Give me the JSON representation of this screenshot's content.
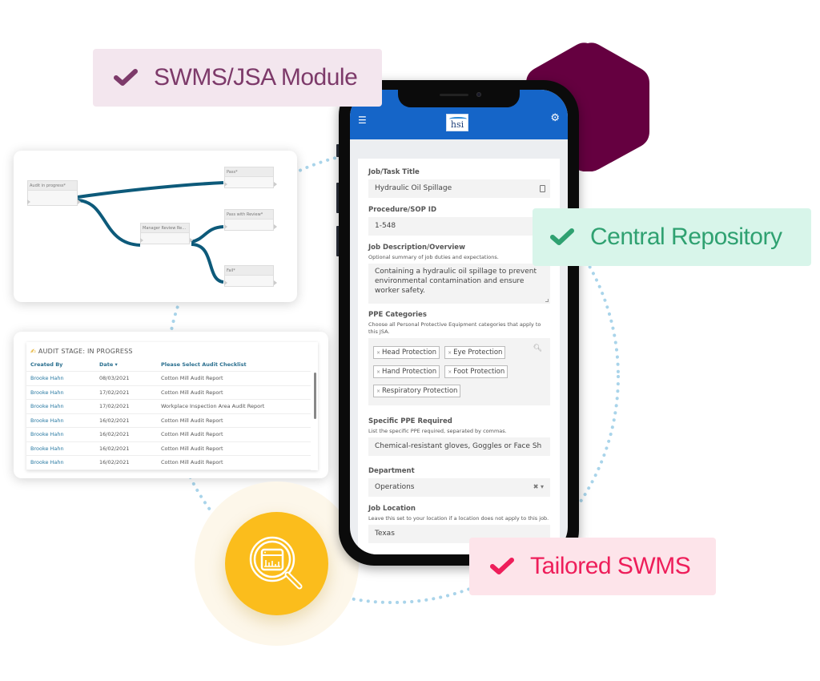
{
  "badges": {
    "swms": {
      "label": "SWMS/JSA Module",
      "icon": "check-icon",
      "color": "#7d3a6a",
      "bg": "#f3e6ee"
    },
    "central": {
      "label": "Central Repository",
      "icon": "check-icon",
      "color": "#2fa171",
      "bg": "#d8f5ea"
    },
    "tailored": {
      "label": "Tailored SWMS",
      "icon": "check-icon",
      "color": "#ee1e5a",
      "bg": "#fde4ea"
    }
  },
  "accent_colors": {
    "hexagon": "#650040",
    "phone_header": "#1565c8",
    "search_circle": "#fbbd1c",
    "workflow_line": "#0d5a7a",
    "dots": "#a9d4ea"
  },
  "workflow": {
    "nodes": [
      {
        "label": "Audit in progress*"
      },
      {
        "label": "Pass*"
      },
      {
        "label": "Manager Review Re..."
      },
      {
        "label": "Pass with Review*"
      },
      {
        "label": "Fail*"
      }
    ]
  },
  "audit": {
    "title": "AUDIT STAGE: IN PROGRESS",
    "columns": [
      "Created By",
      "Date ▾",
      "Please Select Audit Checklist"
    ],
    "rows": [
      {
        "created_by": "Brooke Hahn",
        "date": "08/03/2021",
        "checklist": "Cotton Mill Audit Report"
      },
      {
        "created_by": "Brooke Hahn",
        "date": "17/02/2021",
        "checklist": "Cotton Mill Audit Report"
      },
      {
        "created_by": "Brooke Hahn",
        "date": "17/02/2021",
        "checklist": "Workplace Inspection Area Audit Report"
      },
      {
        "created_by": "Brooke Hahn",
        "date": "16/02/2021",
        "checklist": "Cotton Mill Audit Report"
      },
      {
        "created_by": "Brooke Hahn",
        "date": "16/02/2021",
        "checklist": "Cotton Mill Audit Report"
      },
      {
        "created_by": "Brooke Hahn",
        "date": "16/02/2021",
        "checklist": "Cotton Mill Audit Report"
      },
      {
        "created_by": "Brooke Hahn",
        "date": "16/02/2021",
        "checklist": "Cotton Mill Audit Report"
      }
    ]
  },
  "phone": {
    "header": {
      "menu_icon": "☰",
      "logo_text": "hsi",
      "gear_icon": "⚙"
    },
    "form": {
      "job_title": {
        "label": "Job/Task Title",
        "value": "Hydraulic Oil Spillage"
      },
      "sop_id": {
        "label": "Procedure/SOP  ID",
        "value": "1-548"
      },
      "description": {
        "label": "Job Description/Overview",
        "help": "Optional summary of job duties and expectations.",
        "value": "Containing a hydraulic oil spillage to prevent environmental contamination and ensure worker safety."
      },
      "ppe_categories": {
        "label": "PPE Categories",
        "help": "Choose all Personal Protective Equipment categories that apply to this JSA.",
        "tags": [
          "Head Protection",
          "Eye Protection",
          "Hand Protection",
          "Foot Protection",
          "Respiratory Protection"
        ],
        "remove_glyph": "×"
      },
      "specific_ppe": {
        "label": "Specific PPE Required",
        "help": "List the specific PPE required, separated by commas.",
        "value": "Chemical-resistant gloves, Goggles or Face Sh"
      },
      "department": {
        "label": "Department",
        "value": "Operations",
        "controls": "✖ ▾"
      },
      "job_location": {
        "label": "Job Location",
        "help": "Leave this set to your location if a location does not apply to this job.",
        "value": "Texas"
      }
    }
  }
}
